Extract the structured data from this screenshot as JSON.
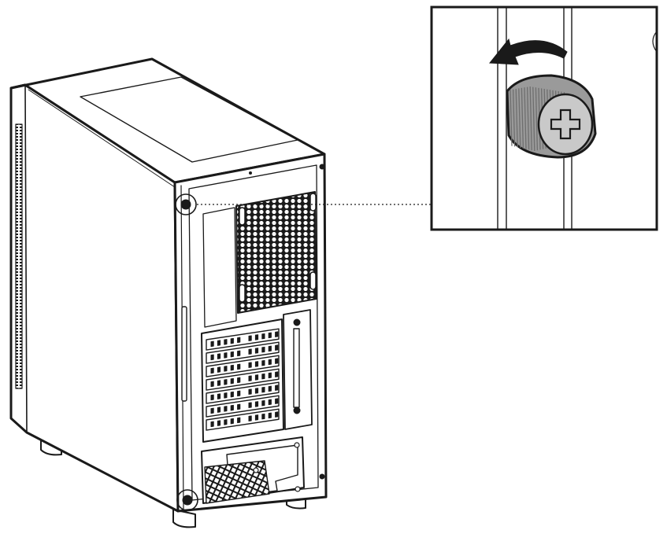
{
  "figure": {
    "subject": "pc-case-rear-view",
    "callout": "thumbscrew-detail",
    "icons": {
      "case": "pc-case-icon",
      "thumbscrew": "thumbscrew-icon",
      "rotation": "counterclockwise-arrow-icon"
    },
    "expansion_slot_count": 7,
    "colors": {
      "line": "#1a1a1a",
      "panel": "#ffffff",
      "knurl": "#9a9a9a",
      "knurl_dark": "#6e6e6e",
      "screw_head": "#c9c9c9",
      "mesh": "#1a1a1a"
    }
  }
}
